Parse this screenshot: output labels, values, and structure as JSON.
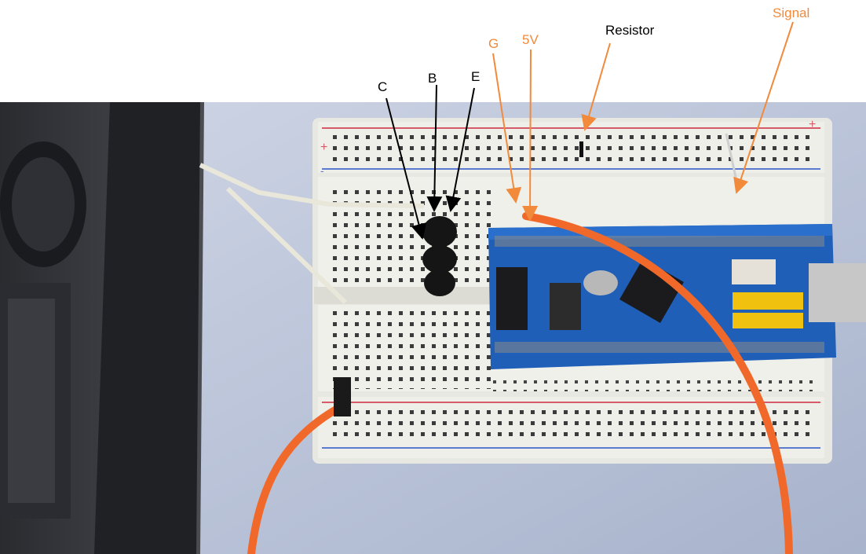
{
  "labels": {
    "c": "C",
    "b": "B",
    "e": "E",
    "g": "G",
    "v5": "5V",
    "resistor": "Resistor",
    "signal": "Signal"
  },
  "colors": {
    "label_black": "#000000",
    "label_orange": "#f28a3c",
    "wire_orange": "#f0692a",
    "board_blue": "#1f5fb8",
    "breadboard": "#efefea"
  }
}
